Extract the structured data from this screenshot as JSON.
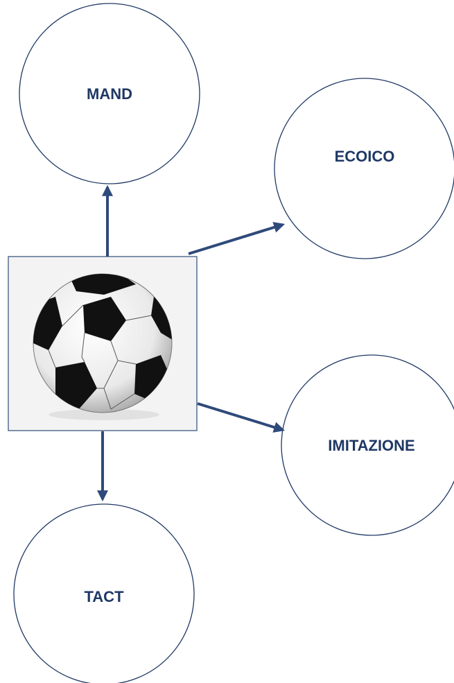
{
  "diagram": {
    "nodes": {
      "mand": {
        "label": "MAND"
      },
      "ecoico": {
        "label": "ECOICO"
      },
      "imitazione": {
        "label": "IMITAZIONE"
      },
      "tact": {
        "label": "TACT"
      }
    },
    "center_image": {
      "subject": "soccer-ball"
    },
    "colors": {
      "text": "#1f3864",
      "circle_stroke": "#1f3864",
      "arrow": "#2f4a7a",
      "image_background": "#f3f3f3"
    }
  }
}
